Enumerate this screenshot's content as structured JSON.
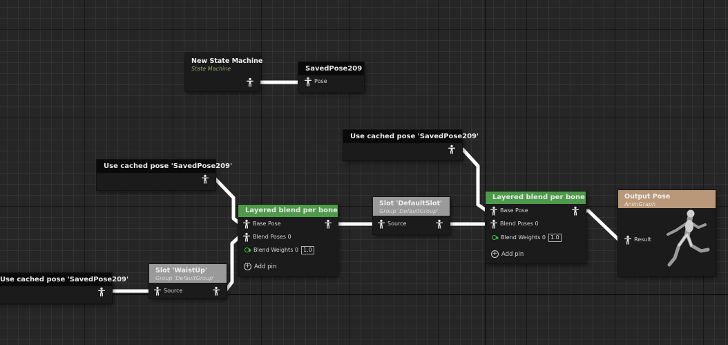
{
  "graph": {
    "nodes": {
      "state_machine": {
        "title": "New State Machine",
        "subtitle": "State Machine"
      },
      "saved_pose": {
        "title": "SavedPose209",
        "pin": "Pose"
      },
      "cached_pose_top": {
        "title": "Use cached pose 'SavedPose209'"
      },
      "cached_pose_mid": {
        "title": "Use cached pose 'SavedPose209'"
      },
      "cached_pose_bottom": {
        "title": "Use cached pose 'SavedPose209'"
      },
      "slot_waist": {
        "title": "Slot 'WaistUp'",
        "subtitle": "Group 'DefaultGroup'",
        "pin": "Source"
      },
      "slot_default": {
        "title": "Slot 'DefaultSlot'",
        "subtitle": "Group 'DefaultGroup'",
        "pin": "Source"
      },
      "blend_left": {
        "title": "Layered blend per bone",
        "base_pose": "Base Pose",
        "blend_poses": "Blend Poses 0",
        "blend_weights": "Blend Weights 0",
        "weight_value": "1.0",
        "add_pin": "Add pin"
      },
      "blend_right": {
        "title": "Layered blend per bone",
        "base_pose": "Base Pose",
        "blend_poses": "Blend Poses 0",
        "blend_weights": "Blend Weights 0",
        "weight_value": "1.0",
        "add_pin": "Add pin"
      },
      "output_pose": {
        "title": "Output Pose",
        "subtitle": "AnimGraph",
        "pin": "Result"
      }
    }
  },
  "colors": {
    "graph_background": "#262626",
    "node_body": "#1b1b1b",
    "header_black": "#0a0a0a",
    "header_green": "#4d9a4a",
    "header_slot_gray": "#9a9a9a",
    "header_output_tan": "#b89878",
    "wire": "#ffffff",
    "float_pin": "#39c439"
  },
  "icons": {
    "pose_pin": "pose-pin-icon",
    "float_pin": "float-pin-icon",
    "add_pin": "plus-circle-icon",
    "output_preview": "mannequin-running-icon"
  }
}
